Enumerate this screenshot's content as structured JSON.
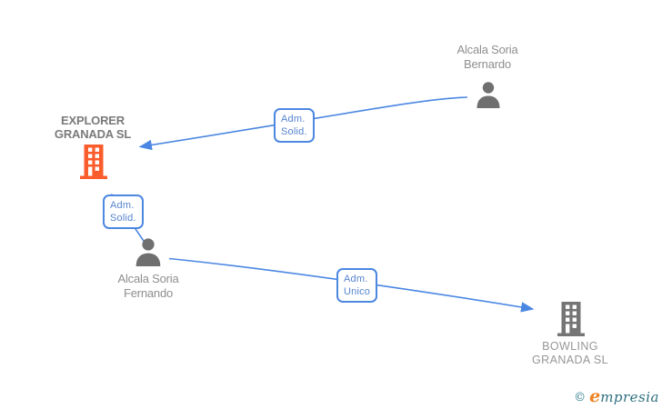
{
  "colors": {
    "edge_blue": "#4b87e2",
    "edge_label_text_blue": "#5584cf",
    "edge_label_border_blue": "#4c87e0",
    "company_highlight_orange": "#fb5c2c",
    "company_gray": "#757575",
    "person_gray": "#6f6f6f",
    "node_label_gray": "#8f8f8f",
    "highlight_label_gray": "#7a7a7a",
    "brand_teal": "#2c6e7e",
    "brand_orange": "#ef8222"
  },
  "nodes": {
    "bernardo": {
      "type": "person",
      "line1": "Alcala Soria",
      "line2": "Bernardo"
    },
    "explorer": {
      "type": "company",
      "line1": "EXPLORER",
      "line2": "GRANADA SL"
    },
    "fernando": {
      "type": "person",
      "line1": "Alcala Soria",
      "line2": "Fernando"
    },
    "bowling": {
      "type": "company",
      "line1": "BOWLING",
      "line2": "GRANADA SL"
    }
  },
  "edges": {
    "bernardo_explorer": {
      "line1": "Adm.",
      "line2": "Solid."
    },
    "fernando_explorer": {
      "line1": "Adm.",
      "line2": "Solid."
    },
    "fernando_bowling": {
      "line1": "Adm.",
      "line2": "Unico"
    }
  },
  "footer": {
    "copyright_symbol": "©",
    "brand_initial": "e",
    "brand_rest": "mpresia"
  }
}
